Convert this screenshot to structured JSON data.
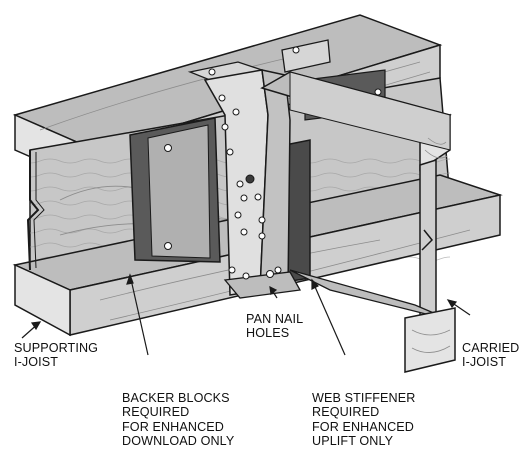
{
  "diagram": {
    "callouts": {
      "supporting_joist": [
        "SUPPORTING",
        "I-JOIST"
      ],
      "backer_blocks": [
        "BACKER BLOCKS",
        "REQUIRED",
        "FOR ENHANCED",
        "DOWNLOAD ONLY"
      ],
      "pan_nail_holes": [
        "PAN NAIL",
        "HOLES"
      ],
      "web_stiffener": [
        "WEB STIFFENER",
        "REQUIRED",
        "FOR ENHANCED",
        "UPLIFT ONLY"
      ],
      "carried_joist": [
        "CARRIED",
        "I-JOIST"
      ]
    },
    "colors": {
      "wood_top": "#bdbdbd",
      "wood_face": "#cfcfcf",
      "wood_end": "#e4e4e4",
      "web_panel": "#c7c7c7",
      "block_dark": "#5a5a5a",
      "hanger_metal": "#d6d6d6",
      "outline": "#1a1a1a"
    }
  }
}
